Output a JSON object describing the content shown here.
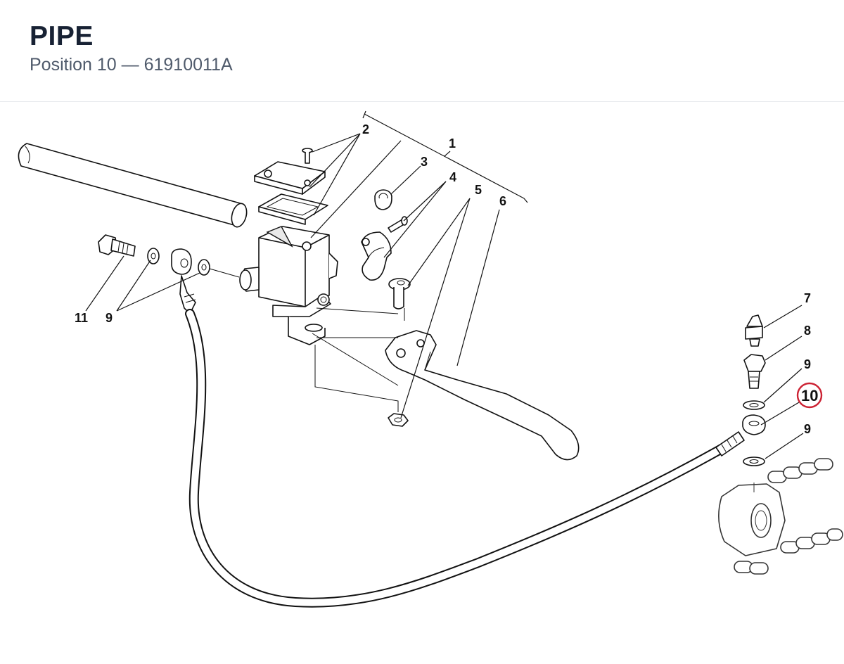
{
  "header": {
    "title": "PIPE",
    "subtitle": "Position 10 — 61910011A"
  },
  "callouts": {
    "c1": "1",
    "c2": "2",
    "c3": "3",
    "c4": "4",
    "c5": "5",
    "c6": "6",
    "c7": "7",
    "c8": "8",
    "c9a": "9",
    "c10": "10",
    "c9b": "9",
    "c11": "11",
    "c9c": "9"
  },
  "highlight": {
    "position": "10",
    "color": "#cc2233"
  }
}
